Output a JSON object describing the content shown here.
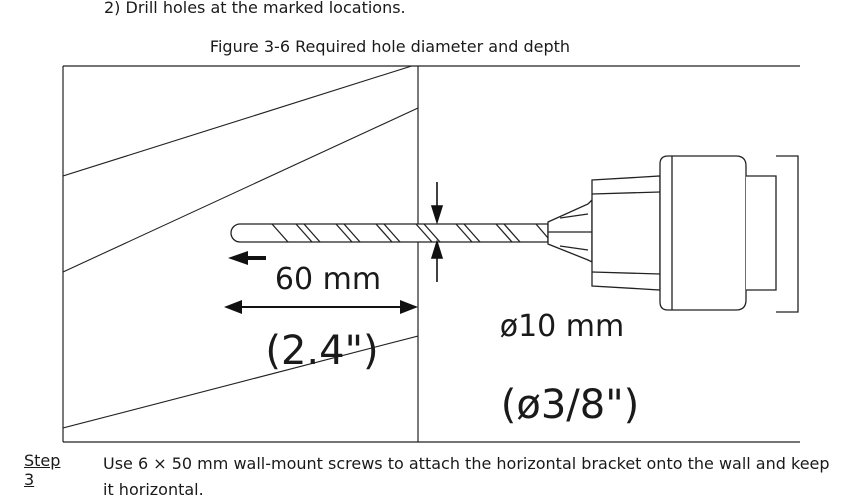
{
  "document": {
    "step_2_item": "2)  Drill holes at the marked locations.",
    "figure_caption": "Figure 3-6 Required hole diameter and depth",
    "figure": {
      "depth_mm": "60 mm",
      "depth_in": "(2.4\")",
      "diameter_mm": "ø10 mm",
      "diameter_in": "(ø3/8\")"
    },
    "step_3": {
      "label": "Step 3",
      "text": "Use 6 × 50 mm wall-mount screws to attach the horizontal bracket onto the wall and keep it horizontal."
    }
  }
}
